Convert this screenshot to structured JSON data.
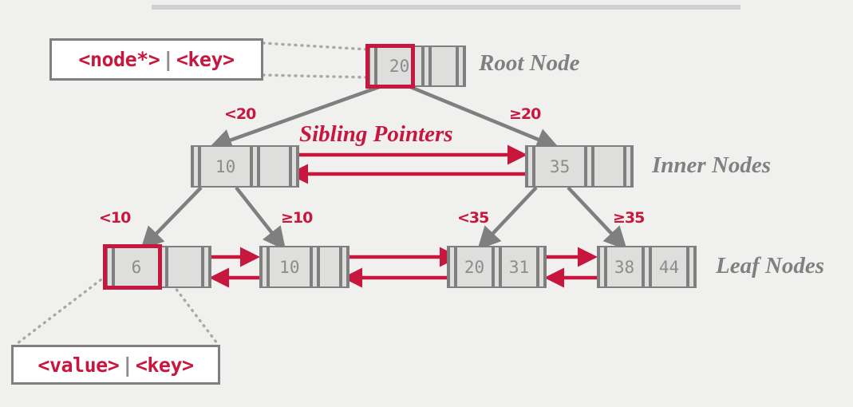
{
  "diagram": {
    "title_divider": true,
    "colors": {
      "accent_red": "#c8173f",
      "node_fill": "#dededd",
      "node_stroke": "#7f7f7f",
      "label_gray": "#808080",
      "background": "#f0f0ef"
    },
    "section_labels": {
      "root": "Root Node",
      "inner": "Inner Nodes",
      "leaf": "Leaf Nodes"
    },
    "sibling_pointers_label": "Sibling Pointers",
    "callouts": {
      "top": {
        "value": "<node*>",
        "separator": "|",
        "key": "<key>"
      },
      "bottom": {
        "value": "<value>",
        "separator": "|",
        "key": "<key>"
      }
    },
    "edge_labels": {
      "root_left": "<20",
      "root_right": "≥20",
      "inner_left_left": "<10",
      "inner_left_right": "≥10",
      "inner_right_left": "<35",
      "inner_right_right": "≥35"
    },
    "nodes": {
      "root": {
        "keys": [
          "20",
          ""
        ],
        "highlight_index": 0
      },
      "inner": [
        {
          "keys": [
            "10",
            ""
          ],
          "highlight_index": -1
        },
        {
          "keys": [
            "35",
            ""
          ],
          "highlight_index": -1
        }
      ],
      "leaves": [
        {
          "keys": [
            "6",
            ""
          ],
          "highlight_index": 0
        },
        {
          "keys": [
            "10",
            ""
          ],
          "highlight_index": -1
        },
        {
          "keys": [
            "20",
            "31"
          ],
          "highlight_index": -1
        },
        {
          "keys": [
            "38",
            "44"
          ],
          "highlight_index": -1
        }
      ]
    }
  }
}
